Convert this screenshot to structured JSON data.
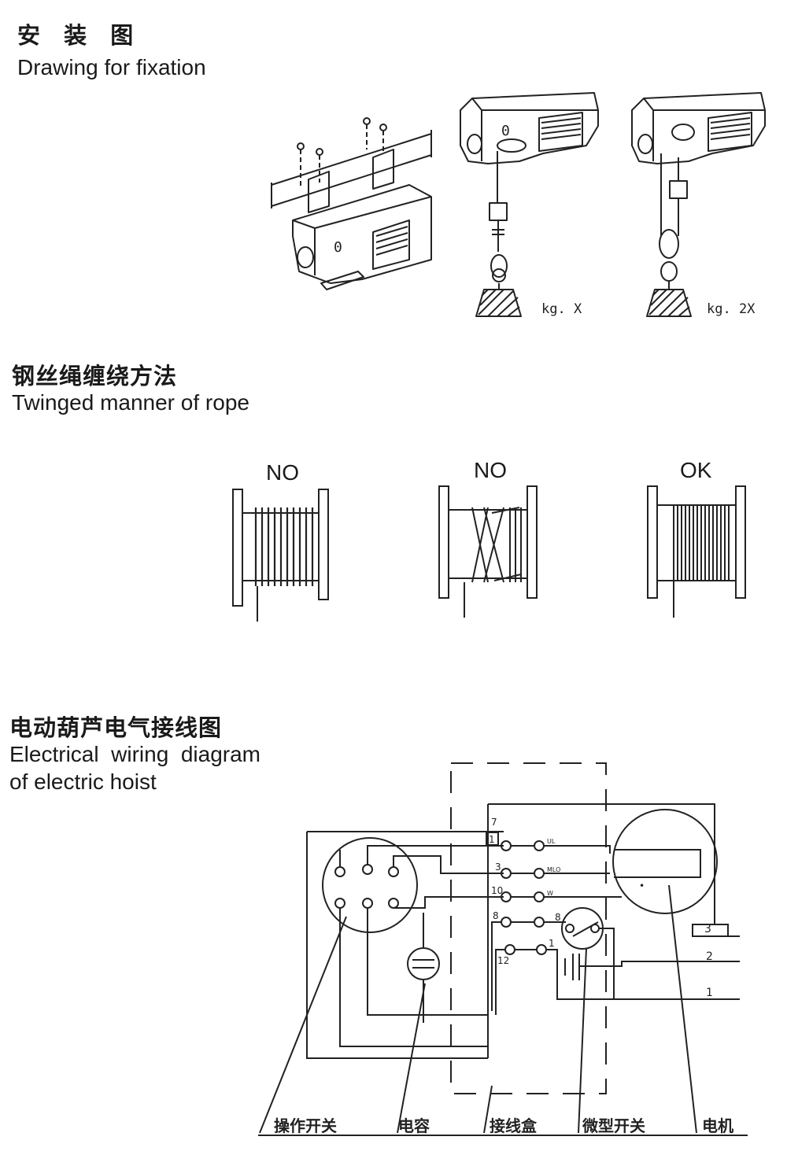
{
  "fixation": {
    "title_zh": "安 装 图",
    "title_en": "Drawing for fixation",
    "load_single": "kg. X",
    "load_double": "kg. 2X"
  },
  "rope": {
    "title_zh": "钢丝绳缠绕方法",
    "title_en": "Twinged manner of rope",
    "drum_labels": [
      "NO",
      "NO",
      "OK"
    ]
  },
  "wiring": {
    "title_zh": "电动葫芦电气接线图",
    "title_en_line1": "Electrical  wiring  diagram",
    "title_en_line2": "of electric hoist",
    "terminal_numbers": [
      "7",
      "1",
      "3",
      "10",
      "8",
      "12",
      "8",
      "1"
    ],
    "terminal_small_labels": [
      "UL",
      "MLO",
      "W"
    ],
    "motor_wire_numbers": [
      "3",
      "2",
      "1"
    ],
    "motor_mark": "•",
    "component_labels": [
      "操作开关",
      "电容",
      "接线盒",
      "微型开关",
      "电机"
    ]
  }
}
